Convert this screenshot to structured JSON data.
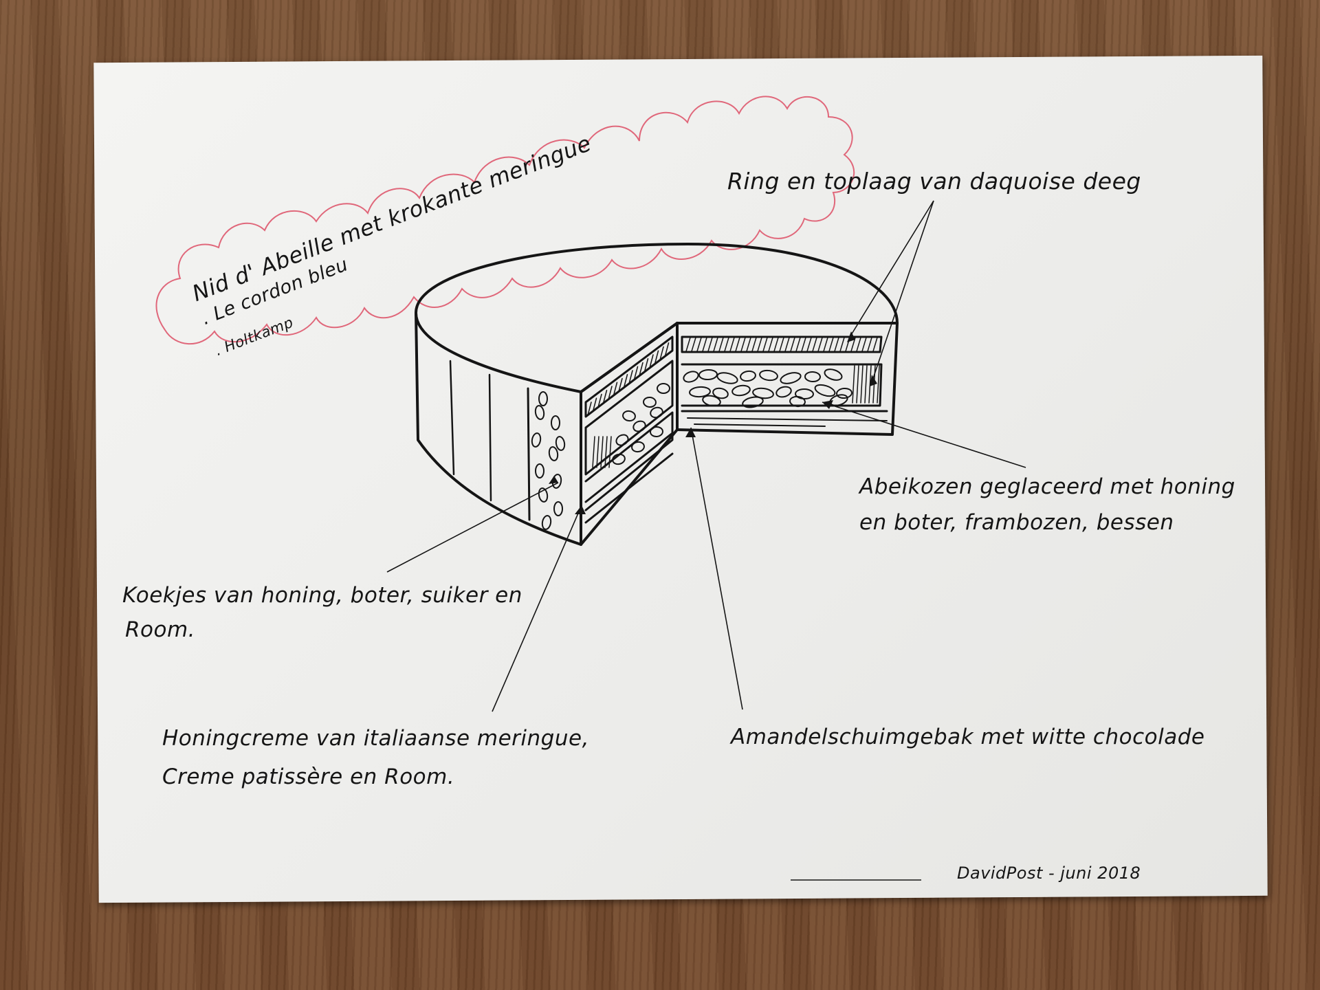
{
  "note": {
    "title": "Nid d' Abeille met krokante meringue",
    "sources": [
      ". Le cordon bleu",
      ". Holtkamp"
    ],
    "outline_color": "#e0677a"
  },
  "labels": {
    "ring": "Ring en toplaag van daquoise deeg",
    "abrikozen_line1": "Abeikozen geglaceerd met honing",
    "abrikozen_line2": "en boter, frambozen, bessen",
    "koekjes_line1": "Koekjes van honing, boter, suiker en",
    "koekjes_line2": "Room.",
    "honingcreme_line1": "Honingcreme van italiaanse meringue,",
    "honingcreme_line2": "Creme patissère en Room.",
    "amandel": "Amandelschuimgebak met witte chocolade"
  },
  "signature": "DavidPost - juni 2018",
  "colors": {
    "ink": "#151515",
    "paper": "#efefed",
    "table": "#6f4a2e"
  }
}
